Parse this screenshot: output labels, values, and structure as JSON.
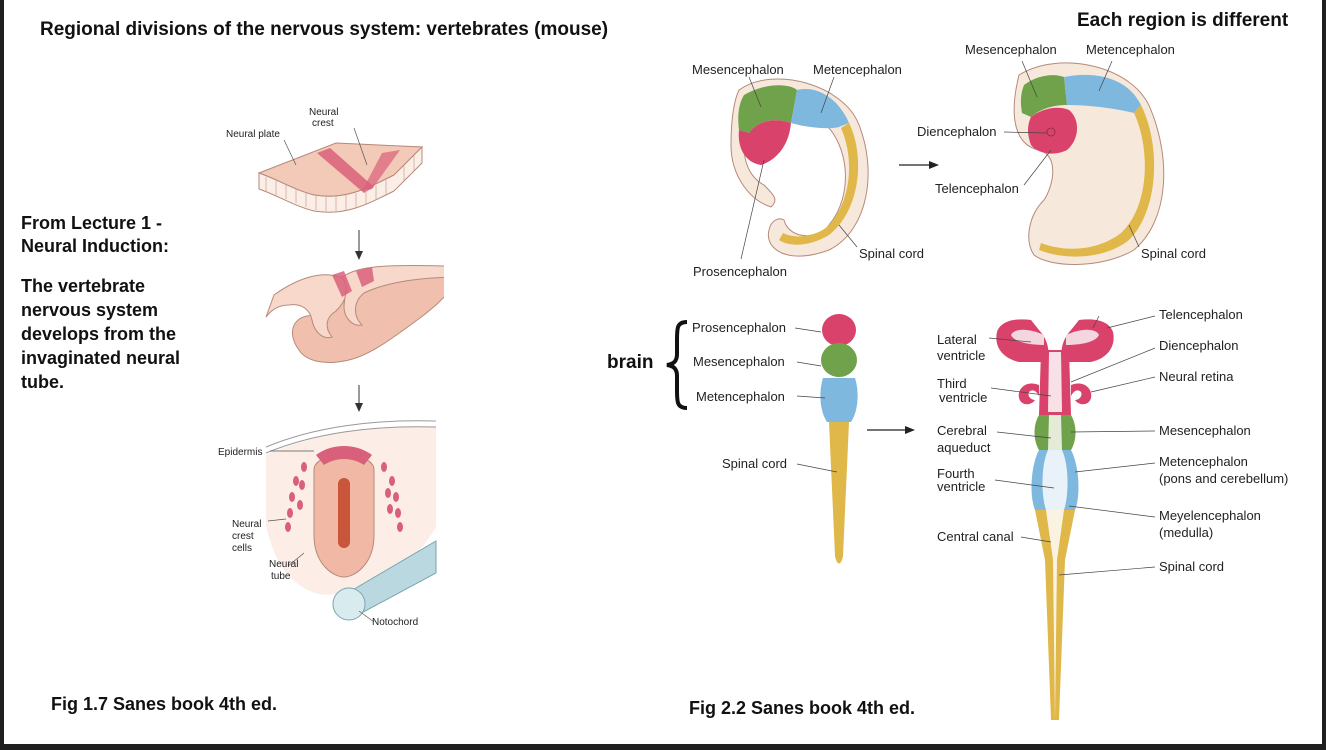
{
  "slide": {
    "title": "Regional divisions of the nervous system: vertebrates (mouse)",
    "top_right_heading": "Each region is different",
    "left_text": {
      "heading_line1": "From Lecture 1 -",
      "heading_line2": "Neural Induction:",
      "body_lines": [
        "The vertebrate",
        "nervous system",
        "develops from the",
        "invaginated neural",
        "tube."
      ]
    },
    "caption_left": "Fig 1.7 Sanes book 4th ed.",
    "caption_right": "Fig 2.2 Sanes book 4th ed."
  },
  "fig_neural_induction": {
    "labels": {
      "neural_crest_1": "Neural",
      "neural_crest_2": "crest",
      "neural_plate": "Neural plate",
      "epidermis": "Epidermis",
      "neural_crest_cells_1": "Neural",
      "neural_crest_cells_2": "crest",
      "neural_crest_cells_3": "cells",
      "neural_tube_1": "Neural",
      "neural_tube_2": "tube",
      "notochord": "Notochord"
    }
  },
  "fig_embryo": {
    "left": {
      "mesencephalon": "Mesencephalon",
      "metencephalon": "Metencephalon",
      "prosencephalon": "Prosencephalon",
      "spinal_cord": "Spinal cord"
    },
    "right": {
      "mesencephalon": "Mesencephalon",
      "metencephalon": "Metencephalon",
      "diencephalon": "Diencephalon",
      "telencephalon": "Telencephalon",
      "spinal_cord": "Spinal cord"
    }
  },
  "fig_tube": {
    "brain_label": "brain",
    "left": {
      "prosencephalon": "Prosencephalon",
      "mesencephalon": "Mesencephalon",
      "metencephalon": "Metencephalon",
      "spinal_cord": "Spinal cord"
    },
    "right": {
      "telencephalon": "Telencephalon",
      "diencephalon": "Diencephalon",
      "neural_retina": "Neural retina",
      "mesencephalon": "Mesencephalon",
      "metencephalon_1": "Metencephalon",
      "metencephalon_2": "(pons and cerebellum)",
      "myelencephalon_1": "Meyelencephalon",
      "myelencephalon_2": "(medulla)",
      "spinal_cord": "Spinal cord",
      "lateral_ventricle_1": "Lateral",
      "lateral_ventricle_2": "ventricle",
      "third_ventricle_1": "Third",
      "third_ventricle_2": "ventricle",
      "cerebral_aqueduct_1": "Cerebral",
      "cerebral_aqueduct_2": "aqueduct",
      "fourth_ventricle_1": "Fourth",
      "fourth_ventricle_2": "ventricle",
      "central_canal": "Central canal"
    }
  },
  "colors": {
    "prosencephalon": "#d9436b",
    "mesencephalon": "#6fa24a",
    "metencephalon": "#7fb8de",
    "spinal_cord": "#e0b84a",
    "tissue": "#f3c9b8",
    "neural_crest": "#d9607a",
    "notochord": "#b9d8df"
  }
}
